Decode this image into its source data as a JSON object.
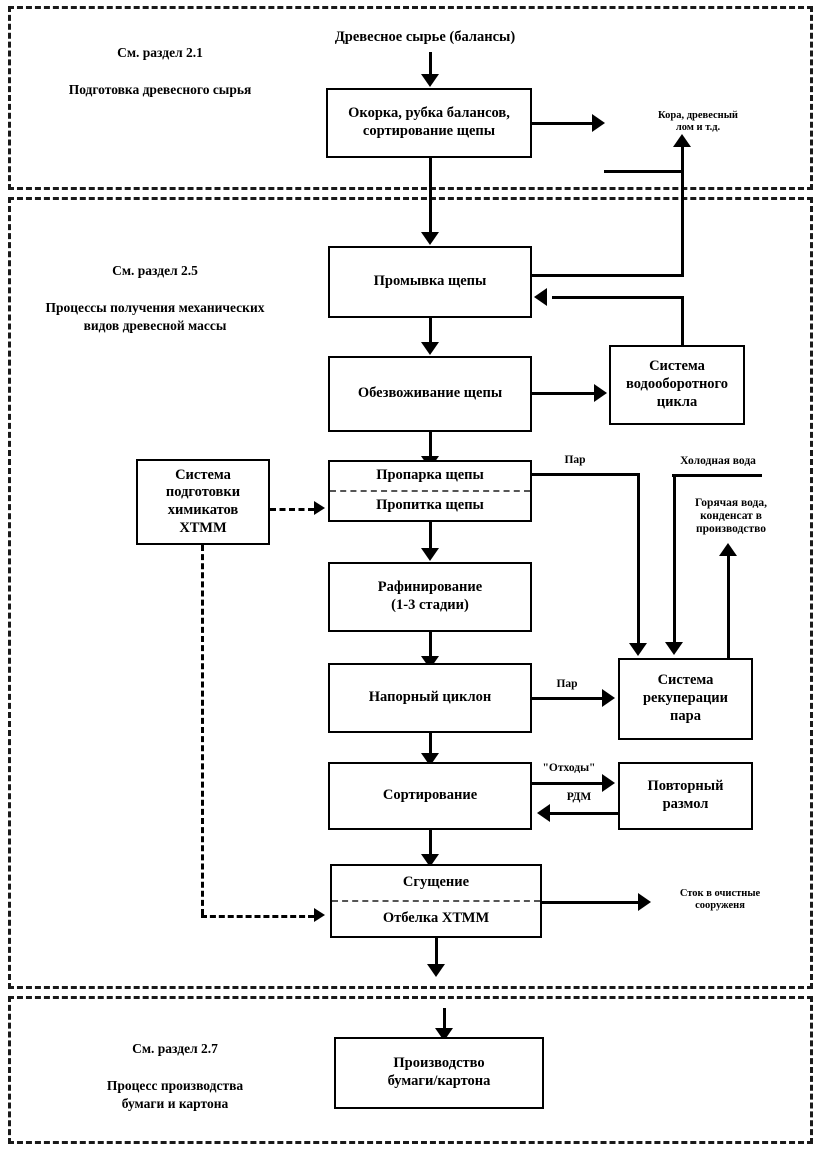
{
  "diagram": {
    "title_text": "Древесное сырье (балансы)",
    "sections": [
      {
        "id": "section-2-1",
        "heading": "См. раздел 2.1",
        "subheading": "Подготовка древесного сырья"
      },
      {
        "id": "section-2-5",
        "heading": "См. раздел 2.5",
        "subheading": "Процессы получения механических\nвидов древесной массы"
      },
      {
        "id": "section-2-7",
        "heading": "См. раздел 2.7",
        "subheading": "Процесс производства\nбумаги и картона"
      }
    ],
    "boxes": {
      "debarking": {
        "line1": "Окорка, рубка балансов,",
        "line2": "сортирование щепы"
      },
      "chip_washing": {
        "line1": "Промывка щепы"
      },
      "chip_dewatering": {
        "line1": "Обезвоживание щепы"
      },
      "steaming": {
        "top": "Пропарка щепы",
        "bottom": "Пропитка щепы"
      },
      "refining": {
        "line1": "Рафинирование",
        "line2": "(1-3 стадии)"
      },
      "pressure_cyclone": {
        "line1": "Напорный циклон"
      },
      "screening": {
        "line1": "Сортирование"
      },
      "thickening": {
        "top": "Сгущение",
        "bottom": "Отбелка ХТММ"
      },
      "water_loop": {
        "line1": "Система",
        "line2": "водооборотного",
        "line3": "цикла"
      },
      "chemicals": {
        "line1": "Система",
        "line2": "подготовки",
        "line3": "химикатов",
        "line4": "ХТММ"
      },
      "steam_recovery": {
        "line1": "Система",
        "line2": "рекуперации",
        "line3": "пара"
      },
      "re_refining": {
        "line1": "Повторный",
        "line2": "размол"
      },
      "paper_production": {
        "line1": "Производство",
        "line2": "бумаги/картона"
      }
    },
    "flow_labels": {
      "bark_waste": "Кора, древесный\nлом и т.д.",
      "steam_top": "Пар",
      "cold_water": "Холодная вода",
      "hot_water": "Горячая вода,\nконденсат в\nпроизводство",
      "steam_cyclone": "Пар",
      "rejects": "\"Отходы\"",
      "rdm": "РДМ",
      "effluent": "Сток в очистные\nсооруженя"
    },
    "colors": {
      "line": "#000000",
      "section_border": "#1a1a1a",
      "box_fill": "#ffffff",
      "text": "#000000"
    }
  }
}
